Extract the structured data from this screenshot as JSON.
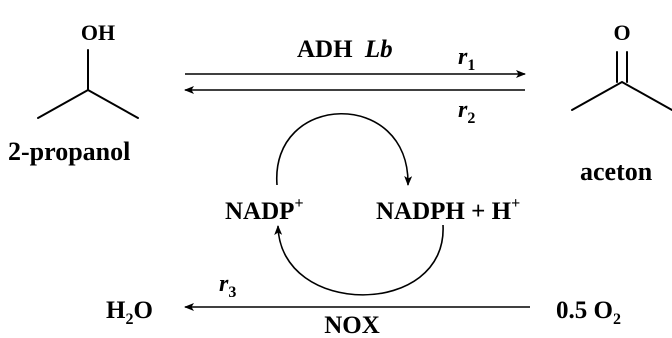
{
  "enzymes": {
    "adh_prefix": "ADH",
    "adh_italic": "Lb",
    "nox": "NOX"
  },
  "rates": {
    "r1": {
      "base": "r",
      "sub": "1"
    },
    "r2": {
      "base": "r",
      "sub": "2"
    },
    "r3": {
      "base": "r",
      "sub": "3"
    }
  },
  "compounds": {
    "propanol_oh": "OH",
    "propanol_name": "2-propanol",
    "acetone_o": "O",
    "acetone_name": "aceton",
    "nadp": {
      "base": "NADP",
      "sup": "+"
    },
    "nadph": {
      "base": "NADPH + H",
      "sup": "+"
    },
    "water": {
      "a": "H",
      "sub": "2",
      "b": "O"
    },
    "oxygen": {
      "a": "0.5 O",
      "sub": "2"
    }
  }
}
